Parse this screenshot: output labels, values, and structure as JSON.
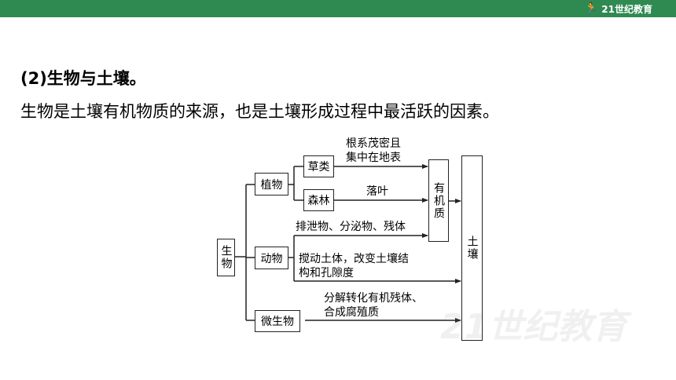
{
  "header": {
    "logo_text": "21世纪教育",
    "bar_color": "#2f8a52"
  },
  "section": {
    "heading": "(2)生物与土壤。",
    "paragraph": "生物是土壤有机物质的来源，也是土壤形成过程中最活跃的因素。"
  },
  "diagram": {
    "root": "生物",
    "plants": "植物",
    "grass": "草类",
    "forest": "森林",
    "animals": "动物",
    "microbes": "微生物",
    "organic_matter": "有机质",
    "soil": "土壤",
    "labels": {
      "grass_line1": "根系茂密且",
      "grass_line2": "集中在地表",
      "forest": "落叶",
      "animal_excrete": "排泄物、分泌物、残体",
      "animal_stir_line1": "搅动土体，改变土壤结",
      "animal_stir_line2": "构和孔隙度",
      "microbe_line1": "分解转化有机残体、",
      "microbe_line2": "合成腐殖质"
    }
  },
  "watermark": {
    "text": "21世纪教育"
  }
}
